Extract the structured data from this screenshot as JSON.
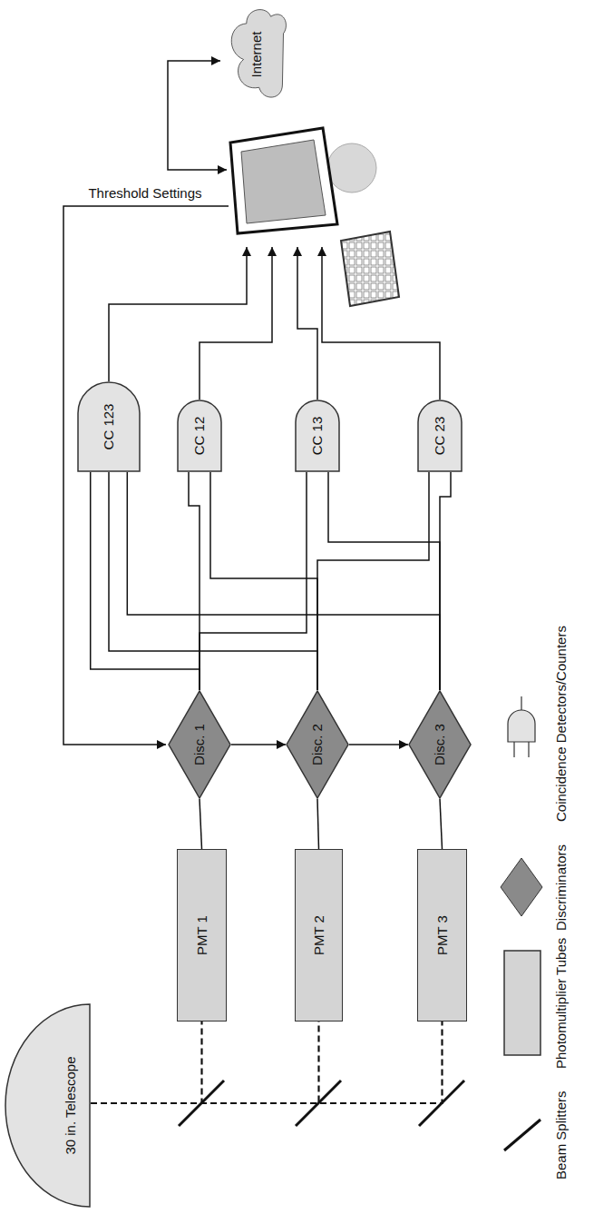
{
  "diagram": {
    "nodes": [
      {
        "text": [
          "30 in. Telescope"
        ]
      },
      {
        "text": [
          "PMT 1"
        ]
      },
      {
        "text": [
          "PMT 2"
        ]
      },
      {
        "text": [
          "PMT 3"
        ]
      },
      {
        "text": [
          "Disc. 1"
        ]
      },
      {
        "text": [
          "Disc. 2"
        ]
      },
      {
        "text": [
          "Disc. 3"
        ]
      },
      {
        "text": [
          "CC 123"
        ]
      },
      {
        "text": [
          "CC 12"
        ]
      },
      {
        "text": [
          "CC 13"
        ]
      },
      {
        "text": [
          "CC 23"
        ]
      },
      {
        "text": [
          "Internet"
        ]
      }
    ],
    "edges": [
      {
        "from": 0,
        "to": 1,
        "arrow": "none"
      },
      {
        "from": 0,
        "to": 2,
        "arrow": "none"
      },
      {
        "from": 0,
        "to": 3,
        "arrow": "none"
      },
      {
        "from": 1,
        "to": 4,
        "arrow": "none"
      },
      {
        "from": 2,
        "to": 5,
        "arrow": "none"
      },
      {
        "from": 3,
        "to": 6,
        "arrow": "none"
      },
      {
        "from": 4,
        "to": 5,
        "arrow": "to"
      },
      {
        "from": 5,
        "to": 6,
        "arrow": "to"
      },
      {
        "from": 4,
        "to": 7,
        "arrow": "none"
      },
      {
        "from": 4,
        "to": 8,
        "arrow": "none"
      },
      {
        "from": 4,
        "to": 9,
        "arrow": "none"
      },
      {
        "from": 5,
        "to": 7,
        "arrow": "none"
      },
      {
        "from": 5,
        "to": 8,
        "arrow": "none"
      },
      {
        "from": 5,
        "to": 10,
        "arrow": "none"
      },
      {
        "from": 6,
        "to": 7,
        "arrow": "none"
      },
      {
        "from": 6,
        "to": 9,
        "arrow": "none"
      },
      {
        "from": 6,
        "to": 10,
        "arrow": "none"
      }
    ],
    "labels": [
      "Threshold Settings"
    ],
    "legend": [
      {
        "text": "Beam Splitters"
      },
      {
        "text": "Photomultiplier Tubes"
      },
      {
        "text": "Discriminators"
      },
      {
        "text": "Coincidence Detectors/Counters"
      }
    ]
  }
}
